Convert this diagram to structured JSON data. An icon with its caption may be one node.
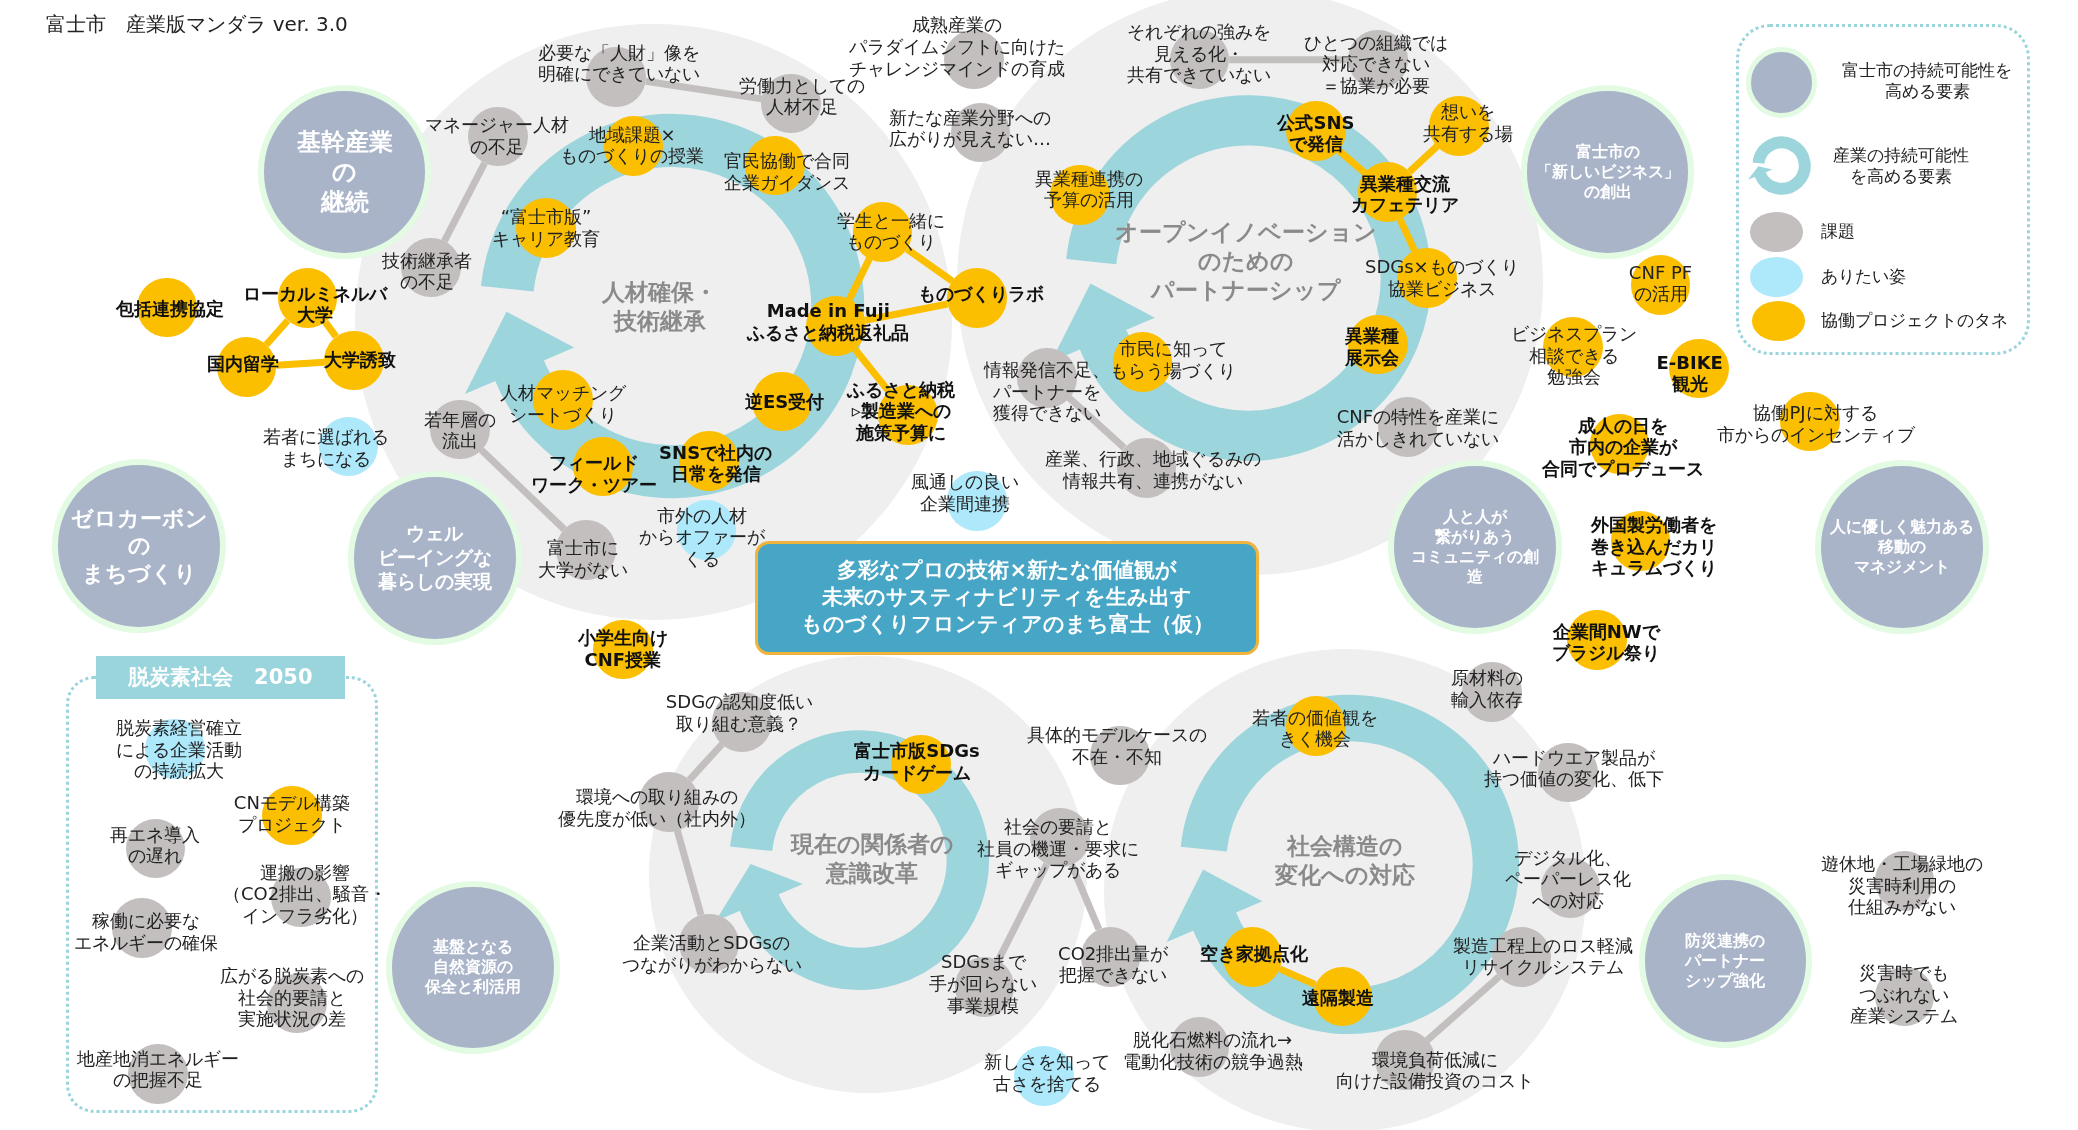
{
  "diagram": {
    "title": "富士市　産業版マンダラ ver. 3.0",
    "nodes": [
      {
        "text": [
          "人材確保・技術継承"
        ]
      },
      {
        "text": [
          "オープンイノベーションのためのパートナーシップ"
        ]
      },
      {
        "text": [
          "現在の関係者の意識改革"
        ]
      },
      {
        "text": [
          "社会構造の変化への対応"
        ]
      },
      {
        "text": [
          "基幹産業の継続"
        ]
      },
      {
        "text": [
          "ゼロカーボンのまちづくり"
        ]
      },
      {
        "text": [
          "ウェルビーイングな暮らしの実現"
        ]
      },
      {
        "text": [
          "基盤となる自然資源の保全と利活用"
        ]
      },
      {
        "text": [
          "富士市の「新しいビジネス」の創出"
        ]
      },
      {
        "text": [
          "人と人が繋がりあうコミュニティの創造"
        ]
      },
      {
        "text": [
          "人に優しく魅力ある移動のマネジメント"
        ]
      },
      {
        "text": [
          "防災連携のパートナーシップ強化"
        ]
      },
      {
        "text": [
          "多彩なプロの技術×新たな価値観が未来のサスティナビリティを生み出すものづくりフロンティアのまち富士（仮）"
        ]
      },
      {
        "text": [
          "脱炭素社会　2050"
        ]
      },
      {
        "text": [
          "必要な「人財」像を明確にできていない"
        ],
        "in": 0
      },
      {
        "text": [
          "労働力としての人材不足"
        ],
        "in": 0
      },
      {
        "text": [
          "マネージャー人材の不足"
        ],
        "in": 0
      },
      {
        "text": [
          "地域課題×ものづくりの授業"
        ],
        "in": 0
      },
      {
        "text": [
          "官民協働で合同企業ガイダンス"
        ],
        "in": 0
      },
      {
        "text": [
          "“富士市版”キャリア教育"
        ],
        "in": 0
      },
      {
        "text": [
          "技術継承者の不足"
        ],
        "in": 0
      },
      {
        "text": [
          "学生と一緒にものづくり"
        ],
        "in": 0
      },
      {
        "text": [
          "ものづくりラボ"
        ]
      },
      {
        "text": [
          "Made in Fuji ふるさと納税返礼品"
        ],
        "in": 0
      },
      {
        "text": [
          "人材マッチングシートづくり"
        ],
        "in": 0
      },
      {
        "text": [
          "逆ES受付"
        ],
        "in": 0
      },
      {
        "text": [
          "ふるさと納税▹製造業への施策予算に"
        ],
        "in": 0
      },
      {
        "text": [
          "若年層の流出"
        ],
        "in": 0
      },
      {
        "text": [
          "フィールドワーク・ツアー"
        ],
        "in": 0
      },
      {
        "text": [
          "SNSで社内の日常を発信"
        ],
        "in": 0
      },
      {
        "text": [
          "市外の人材からオファーがくる"
        ],
        "in": 0
      },
      {
        "text": [
          "富士市に大学がない"
        ],
        "in": 0
      },
      {
        "text": [
          "成熟産業のパラダイムシフトに向けたチャレンジマインドの育成"
        ]
      },
      {
        "text": [
          "新たな産業分野への広がりが見えない…"
        ]
      },
      {
        "text": [
          "風通しの良い企業間連携"
        ]
      },
      {
        "text": [
          "包括連携協定"
        ]
      },
      {
        "text": [
          "ローカルミネルバ大学"
        ]
      },
      {
        "text": [
          "国内留学"
        ]
      },
      {
        "text": [
          "大学誘致"
        ]
      },
      {
        "text": [
          "若者に選ばれるまちになる"
        ]
      },
      {
        "text": [
          "それぞれの強みを見える化・共有できていない"
        ],
        "in": 1
      },
      {
        "text": [
          "ひとつの組織では対応できない＝協業が必要"
        ],
        "in": 1
      },
      {
        "text": [
          "公式SNSで発信"
        ],
        "in": 1
      },
      {
        "text": [
          "想いを共有する場"
        ],
        "in": 1
      },
      {
        "text": [
          "異業種連携の予算の活用"
        ],
        "in": 1
      },
      {
        "text": [
          "異業種交流カフェテリア"
        ],
        "in": 1
      },
      {
        "text": [
          "SDGs×ものづくり協業ビジネス"
        ],
        "in": 1
      },
      {
        "text": [
          "市民に知ってもらう場づくり"
        ],
        "in": 1
      },
      {
        "text": [
          "情報発信不足、パートナーを獲得できない"
        ],
        "in": 1
      },
      {
        "text": [
          "異業種展示会"
        ],
        "in": 1
      },
      {
        "text": [
          "CNFの特性を産業に活かしきれていない"
        ],
        "in": 1
      },
      {
        "text": [
          "産業、行政、地域ぐるみの情報共有、連携がない"
        ],
        "in": 1
      },
      {
        "text": [
          "CNF PFの活用"
        ]
      },
      {
        "text": [
          "ビジネスプラン相談できる勉強会"
        ]
      },
      {
        "text": [
          "E-BIKE観光"
        ]
      },
      {
        "text": [
          "協働PJに対する市からのインセンティブ"
        ]
      },
      {
        "text": [
          "成人の日を市内の企業が合同でプロデュース"
        ]
      },
      {
        "text": [
          "外国製労働者を巻き込んだカリキュラムづくり"
        ]
      },
      {
        "text": [
          "企業間NWでブラジル祭り"
        ]
      },
      {
        "text": [
          "遊休地・工場緑地の災害時利用の仕組みがない"
        ]
      },
      {
        "text": [
          "災害時でもつぶれない産業システム"
        ]
      },
      {
        "text": [
          "小学生向けCNF授業"
        ]
      },
      {
        "text": [
          "SDGの認知度低い取り組む意義？"
        ],
        "in": 2
      },
      {
        "text": [
          "環境への取り組みの優先度が低い（社内外）"
        ]
      },
      {
        "text": [
          "富士市版SDGsカードゲーム"
        ],
        "in": 2
      },
      {
        "text": [
          "企業活動とSDGsのつながりがわからない"
        ],
        "in": 2
      },
      {
        "text": [
          "具体的モデルケースの不在・不知"
        ]
      },
      {
        "text": [
          "社会の要請と社員の機運・要求にギャップがある"
        ]
      },
      {
        "text": [
          "SDGsまで手が回らない事業規模"
        ],
        "in": 2
      },
      {
        "text": [
          "CO2排出量が把握できない"
        ]
      },
      {
        "text": [
          "新しさを知って古さを捨てる"
        ]
      },
      {
        "text": [
          "脱化石燃料の流れ→電動化技術の競争過熱"
        ],
        "in": 3
      },
      {
        "text": [
          "若者の価値観をきく機会"
        ],
        "in": 3
      },
      {
        "text": [
          "原材料の輸入依存"
        ],
        "in": 3
      },
      {
        "text": [
          "ハードウエア製品が持つ価値の変化、低下"
        ]
      },
      {
        "text": [
          "デジタル化、ペーパーレス化への対応"
        ]
      },
      {
        "text": [
          "空き家拠点化"
        ],
        "in": 3
      },
      {
        "text": [
          "製造工程上のロス軽減リサイクルシステム"
        ],
        "in": 3
      },
      {
        "text": [
          "遠隔製造"
        ],
        "in": 3
      },
      {
        "text": [
          "環境負荷低減に向けた設備投資のコスト"
        ],
        "in": 3
      },
      {
        "text": [
          "脱炭素経営確立による企業活動の持続拡大"
        ],
        "in": 13
      },
      {
        "text": [
          "CNモデル構築プロジェクト"
        ],
        "in": 13
      },
      {
        "text": [
          "再エネ導入の遅れ"
        ],
        "in": 13
      },
      {
        "text": [
          "運搬の影響（CO2排出、騒音・インフラ劣化）"
        ],
        "in": 13
      },
      {
        "text": [
          "稼働に必要なエネルギーの確保"
        ],
        "in": 13
      },
      {
        "text": [
          "広がる脱炭素への社会的要請と実施状況の差"
        ],
        "in": 13
      },
      {
        "text": [
          "地産地消エネルギーの把握不足"
        ],
        "in": 13
      }
    ],
    "edges": [
      {
        "from": 14,
        "to": 15,
        "arrow": "none",
        "color": "#c3bfbf"
      },
      {
        "from": 16,
        "to": 20,
        "arrow": "none",
        "color": "#c3bfbf"
      },
      {
        "from": 27,
        "to": 31,
        "arrow": "none",
        "color": "#c3bfbf"
      },
      {
        "from": 40,
        "to": 41,
        "arrow": "none",
        "color": "#c3bfbf"
      },
      {
        "from": 48,
        "to": 51,
        "arrow": "none",
        "color": "#c3bfbf"
      },
      {
        "from": 62,
        "to": 63,
        "arrow": "none",
        "color": "#c3bfbf"
      },
      {
        "from": 63,
        "to": 65,
        "arrow": "none",
        "color": "#c3bfbf"
      },
      {
        "from": 67,
        "to": 68,
        "arrow": "none",
        "color": "#c3bfbf"
      },
      {
        "from": 67,
        "to": 69,
        "arrow": "none",
        "color": "#c3bfbf"
      },
      {
        "from": 77,
        "to": 79,
        "arrow": "none",
        "color": "#c3bfbf"
      },
      {
        "from": 36,
        "to": 37,
        "arrow": "none"
      },
      {
        "from": 36,
        "to": 38,
        "arrow": "none"
      },
      {
        "from": 37,
        "to": 38,
        "arrow": "none"
      },
      {
        "from": 21,
        "to": 22,
        "arrow": "none"
      },
      {
        "from": 21,
        "to": 23,
        "arrow": "none"
      },
      {
        "from": 23,
        "to": 22,
        "arrow": "none"
      },
      {
        "from": 23,
        "to": 26,
        "arrow": "none"
      },
      {
        "from": 42,
        "to": 45,
        "arrow": "none"
      },
      {
        "from": 43,
        "to": 45,
        "arrow": "none"
      },
      {
        "from": 45,
        "to": 46,
        "arrow": "none"
      },
      {
        "from": 76,
        "to": 78,
        "arrow": "none"
      }
    ],
    "legend": [
      {
        "text": "富士市の持続可能性を高める要素",
        "color": "#aab4c9"
      },
      {
        "text": "産業の持続可能性を高める要素"
      },
      {
        "text": "課題",
        "color": "#c3bfbf"
      },
      {
        "text": "ありたい姿",
        "color": "#aee8fb"
      },
      {
        "text": "協働プロジェクトのタネ",
        "color": "#fbbf00"
      }
    ]
  }
}
